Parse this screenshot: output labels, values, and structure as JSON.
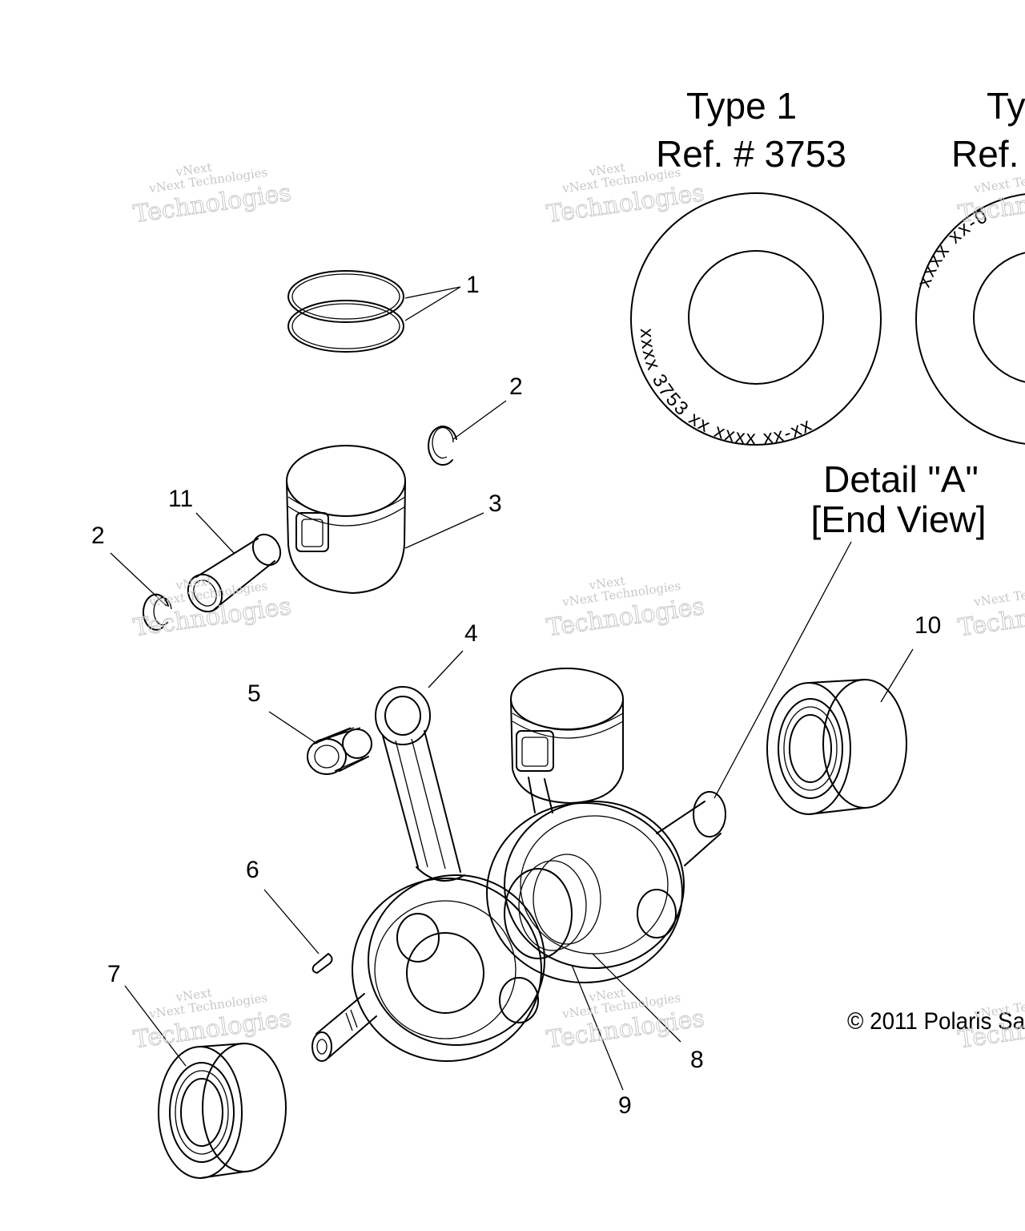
{
  "detail_type_1": {
    "title": "Type 1",
    "ref": "Ref. # 3753",
    "ring_marking": "xxxx 3753 xx xxxx xx-xx"
  },
  "detail_type_2": {
    "title": "Ty",
    "ref": "Ref.",
    "ring_marking": "xxxx xx-0"
  },
  "detail_a": {
    "line1": "Detail \"A\"",
    "line2": "[End View]"
  },
  "callouts": [
    "1",
    "2",
    "2",
    "3",
    "4",
    "5",
    "6",
    "7",
    "8",
    "9",
    "10",
    "11"
  ],
  "copyright": "© 2011 Polaris Sa",
  "watermark": {
    "small": "vNext Technologies",
    "big": "Technologies",
    "top": "vNext"
  }
}
